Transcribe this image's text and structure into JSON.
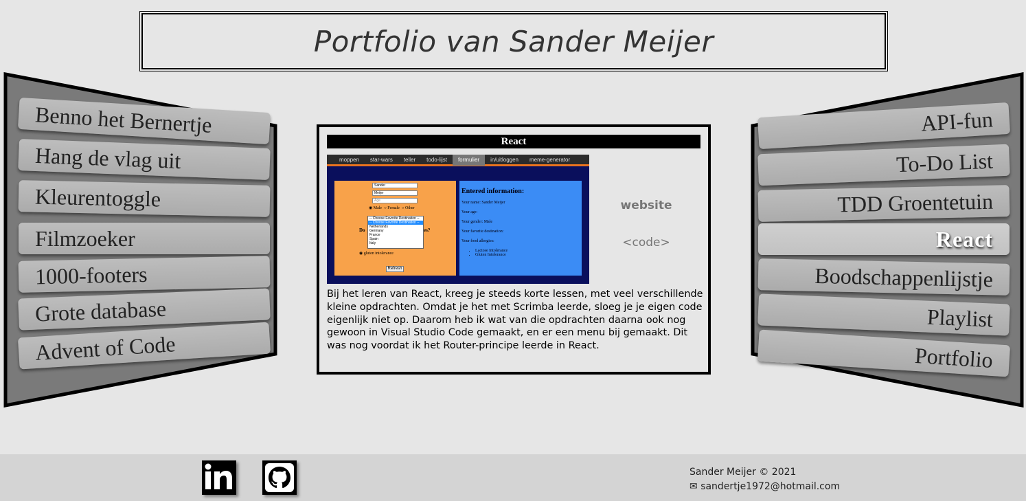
{
  "header": {
    "title": "Portfolio van Sander Meijer"
  },
  "left_menu": {
    "items": [
      {
        "label": "Benno het Bernertje"
      },
      {
        "label": "Hang de vlag uit"
      },
      {
        "label": "Kleurentoggle"
      },
      {
        "label": "Filmzoeker"
      },
      {
        "label": "1000-footers"
      },
      {
        "label": "Grote database"
      },
      {
        "label": "Advent of Code"
      }
    ]
  },
  "right_menu": {
    "items": [
      {
        "label": "API-fun"
      },
      {
        "label": "To-Do List"
      },
      {
        "label": "TDD Groentetuin"
      },
      {
        "label": "React",
        "active": true
      },
      {
        "label": "Boodschappenlijstje"
      },
      {
        "label": "Playlist"
      },
      {
        "label": "Portfolio"
      }
    ]
  },
  "project": {
    "title": "React",
    "website_label": "website",
    "code_label": "<code>",
    "description": "Bij het leren van React, kreeg je steeds korte lessen, met veel verschillende kleine opdrachten. Omdat je het met Scrimba leerde, sloeg je je eigen code eigenlijk niet op. Daarom heb ik wat van die opdrachten daarna ook nog gewoon in Visual Studio Code gemaakt, en er een menu bij gemaakt. Dit was nog voordat ik het Router-principe leerde in React.",
    "screenshot": {
      "nav": [
        "moppen",
        "star-wars",
        "teller",
        "todo-lijst",
        "formulier",
        "in/uitloggen",
        "meme-generator"
      ],
      "nav_active": "formulier",
      "fields": [
        "Sander",
        "Meijer",
        "Age"
      ],
      "radios": [
        "Male",
        "Female",
        "Other"
      ],
      "dropdown": [
        "-- Choose Favorite Destination --",
        "-- Choose Favorite Destination --",
        "Netherlands",
        "Germany",
        "France",
        "Spain",
        "Italy"
      ],
      "question_start": "Do",
      "question_end": "es?",
      "allergy_option": "gluten intolerance",
      "refresh_label": "Refresh",
      "info_heading": "Entered information:",
      "info_lines": [
        "Your name: Sander Meijer",
        "Your age:",
        "Your gender: Male",
        "Your favorite destination:",
        "Your food allergies:"
      ],
      "info_allergies": [
        "Lactose Intolerance",
        "Gluten Intolerance"
      ]
    }
  },
  "footer": {
    "copyright": "Sander Meijer © 2021",
    "email": "sandertje1972@hotmail.com",
    "icons": [
      "linkedin-icon",
      "github-icon"
    ]
  },
  "colors": {
    "background": "#e6e6e6",
    "frame_dark": "#7a7a7a",
    "item_gray": "#b3b3b3",
    "footer_bg": "#d4d4d4",
    "screenshot_orange": "#f8a24a",
    "screenshot_blue": "#3b8cf5",
    "screenshot_navy": "#0a0f5c"
  }
}
